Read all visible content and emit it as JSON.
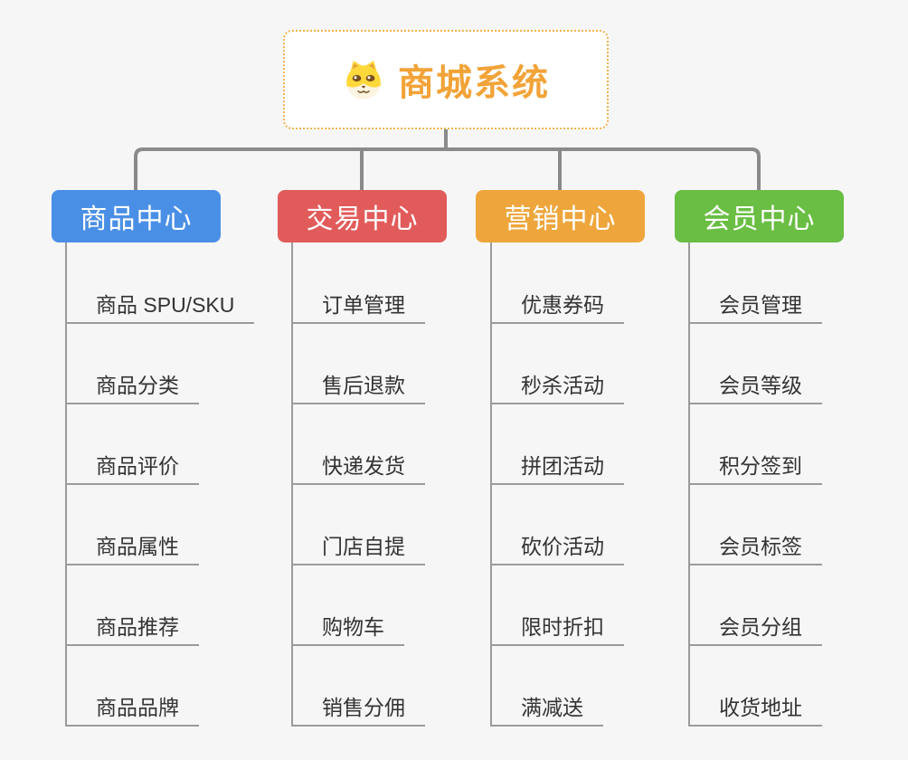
{
  "app": {
    "background_color": "#f6f6f6"
  },
  "root": {
    "title": "商城系统",
    "icon": "dog-face-icon",
    "accent_color": "#f2a338",
    "border_color": "#f2b14e"
  },
  "connectors": {
    "main_color": "#8a8a8a",
    "branch_line_color": "#9b9b9b"
  },
  "branches": [
    {
      "id": "product-center",
      "label": "商品中心",
      "color": "#4a8fe6",
      "children": [
        "商品 SPU/SKU",
        "商品分类",
        "商品评价",
        "商品属性",
        "商品推荐",
        "商品品牌"
      ]
    },
    {
      "id": "trade-center",
      "label": "交易中心",
      "color": "#e25b5b",
      "children": [
        "订单管理",
        "售后退款",
        "快递发货",
        "门店自提",
        "购物车",
        "销售分佣"
      ]
    },
    {
      "id": "marketing-center",
      "label": "营销中心",
      "color": "#eea63c",
      "children": [
        "优惠券码",
        "秒杀活动",
        "拼团活动",
        "砍价活动",
        "限时折扣",
        "满减送"
      ]
    },
    {
      "id": "member-center",
      "label": "会员中心",
      "color": "#69be43",
      "children": [
        "会员管理",
        "会员等级",
        "积分签到",
        "会员标签",
        "会员分组",
        "收货地址"
      ]
    }
  ]
}
